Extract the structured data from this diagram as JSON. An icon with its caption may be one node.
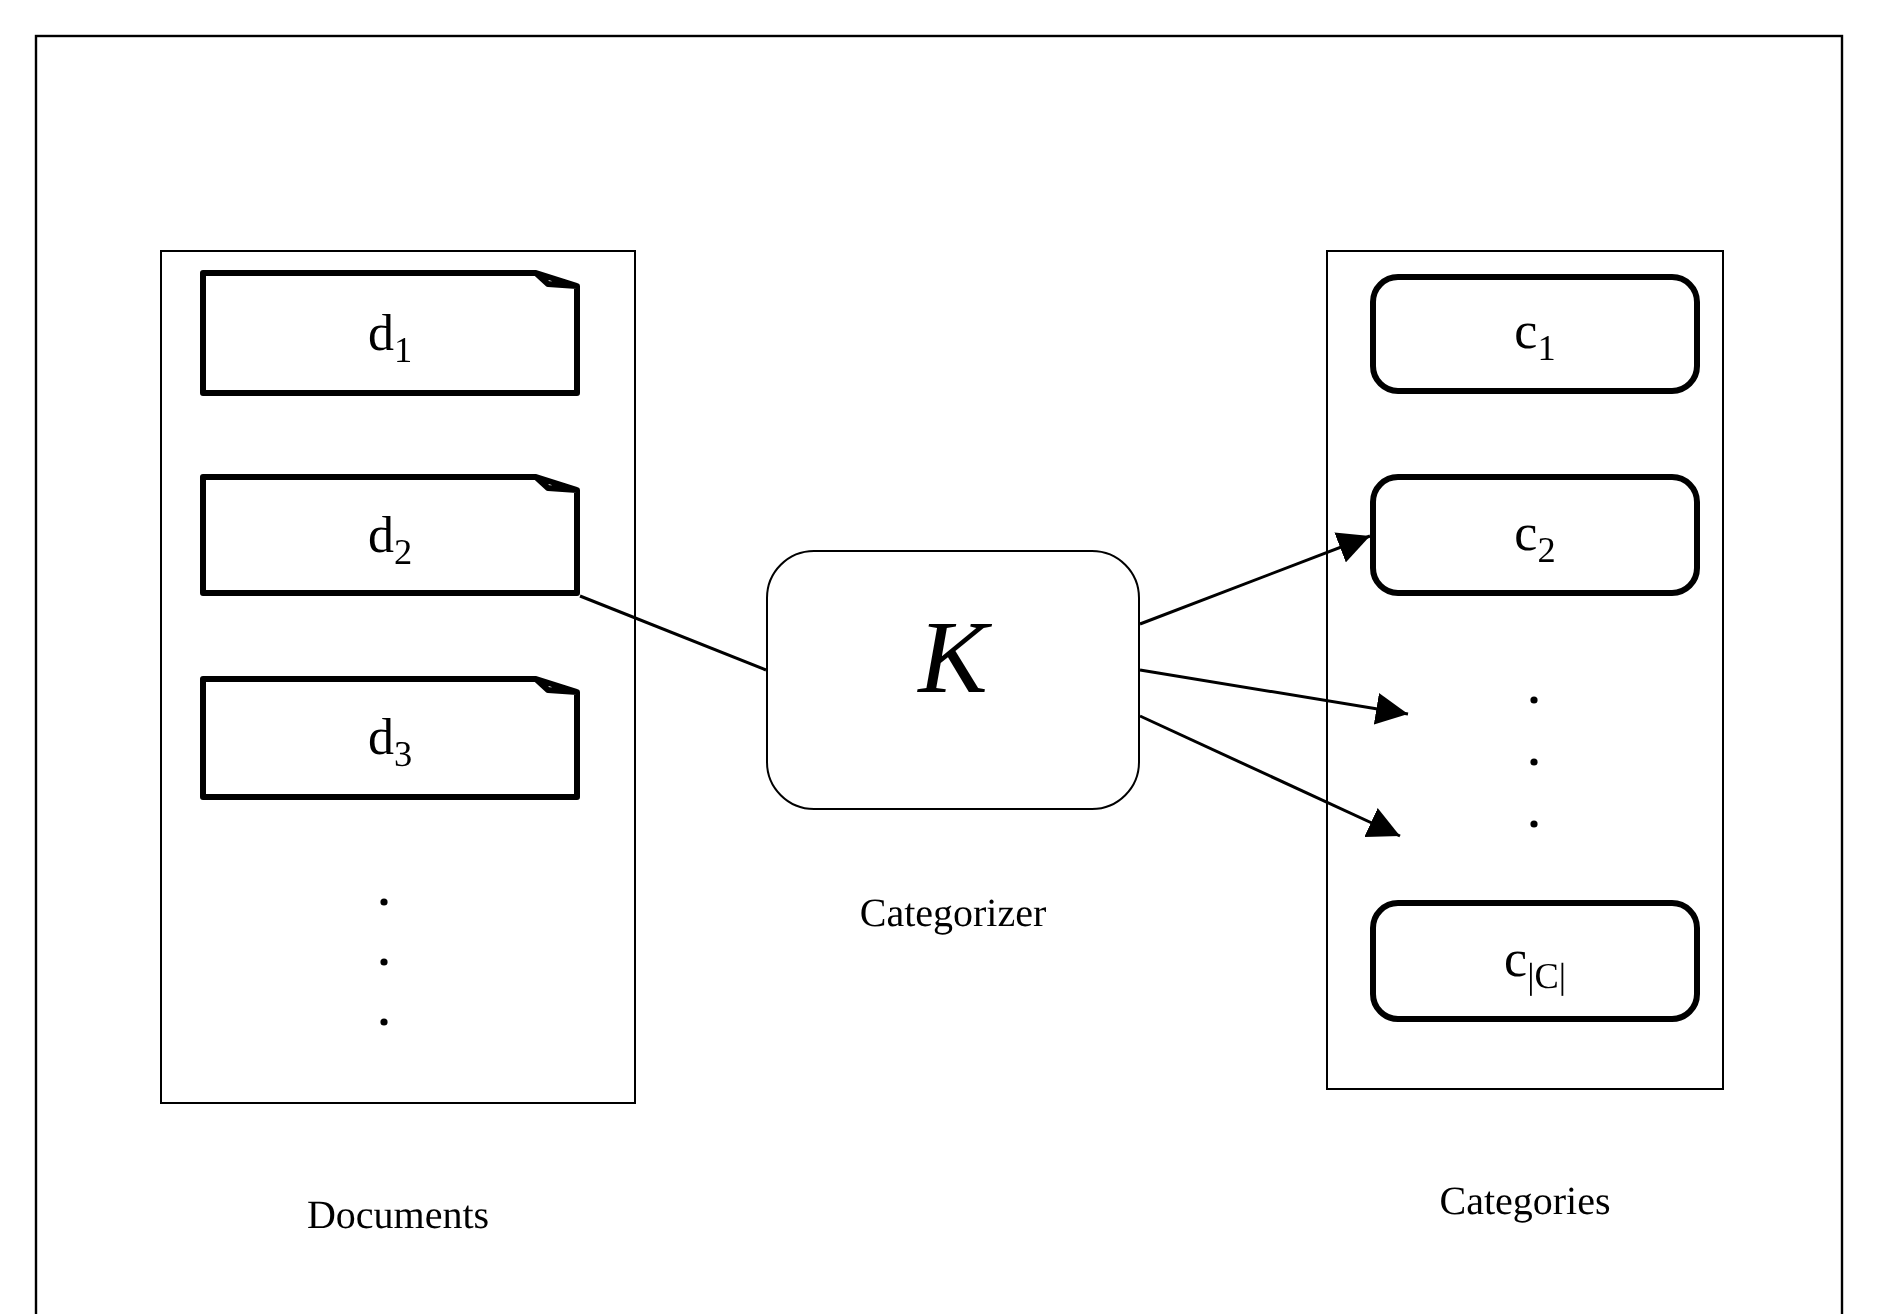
{
  "diagram": {
    "nodes": [
      {
        "text": [
          "Documents"
        ]
      },
      {
        "text": [
          "d$_{1}$"
        ],
        "in": 0
      },
      {
        "text": [
          "d$_{2}$"
        ],
        "in": 0
      },
      {
        "text": [
          "d$_{3}$"
        ],
        "in": 0
      },
      {
        "text": [
          "K"
        ],
        "beside": [
          "Categorizer"
        ]
      },
      {
        "text": [
          "Categories"
        ]
      },
      {
        "text": [
          "c$_{1}$"
        ],
        "in": 5
      },
      {
        "text": [
          "c$_{2}$"
        ],
        "in": 5
      },
      {
        "text": [
          "c$_{|C|}$"
        ],
        "in": 5
      }
    ],
    "edges": [
      {
        "from": 2,
        "to": 4,
        "arrow": "none"
      },
      {
        "from": 4,
        "to": 7,
        "arrow": "to"
      },
      {
        "from": 4,
        "to": null,
        "arrow": "to"
      },
      {
        "from": 4,
        "to": null,
        "arrow": "to"
      }
    ]
  }
}
